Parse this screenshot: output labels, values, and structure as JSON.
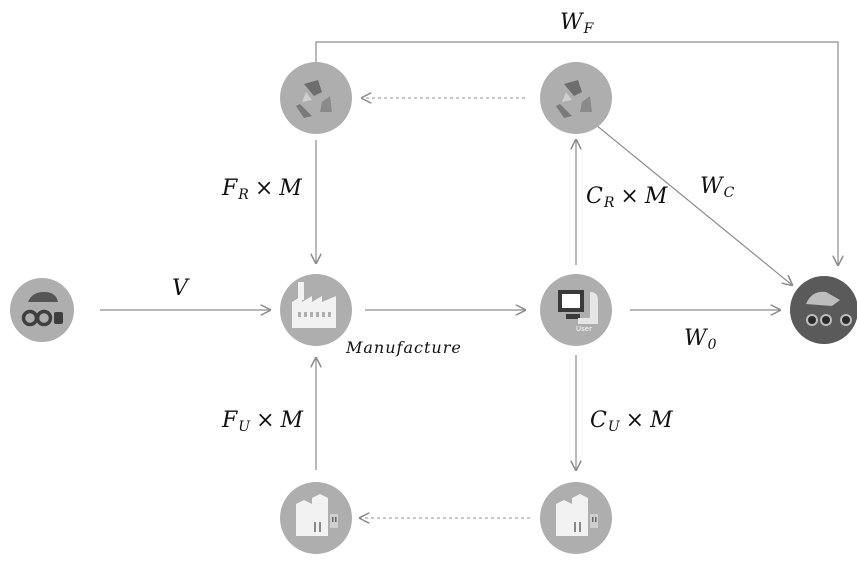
{
  "labels": {
    "w_f": {
      "base": "W",
      "sub": "F",
      "rest": ""
    },
    "w_c": {
      "base": "W",
      "sub": "C",
      "rest": ""
    },
    "w_0": {
      "base": "W",
      "sub": "0",
      "rest": ""
    },
    "v": {
      "base": "V",
      "sub": "",
      "rest": ""
    },
    "f_r_m": {
      "base": "F",
      "sub": "R",
      "op": "×",
      "rest": "M"
    },
    "c_r_m": {
      "base": "C",
      "sub": "R",
      "op": "×",
      "rest": "M"
    },
    "f_u_m": {
      "base": "F",
      "sub": "U",
      "op": "×",
      "rest": "M"
    },
    "c_u_m": {
      "base": "C",
      "sub": "U",
      "op": "×",
      "rest": "M"
    },
    "manufacture": "Manufacture",
    "user_badge": "User"
  },
  "nodes": {
    "source": {
      "icon": "vehicle-icon"
    },
    "factory": {
      "icon": "factory-icon"
    },
    "user": {
      "icon": "user-computer-icon"
    },
    "recycle_left": {
      "icon": "recycle-icon"
    },
    "recycle_right": {
      "icon": "recycle-icon"
    },
    "reuse_left": {
      "icon": "buildings-icon"
    },
    "reuse_right": {
      "icon": "buildings-icon"
    },
    "waste": {
      "icon": "scrap-vehicle-icon"
    }
  },
  "colors": {
    "node_fill": "#aeaeae",
    "node_dark": "#5a5a5a",
    "arrow": "#8c8c8c"
  }
}
